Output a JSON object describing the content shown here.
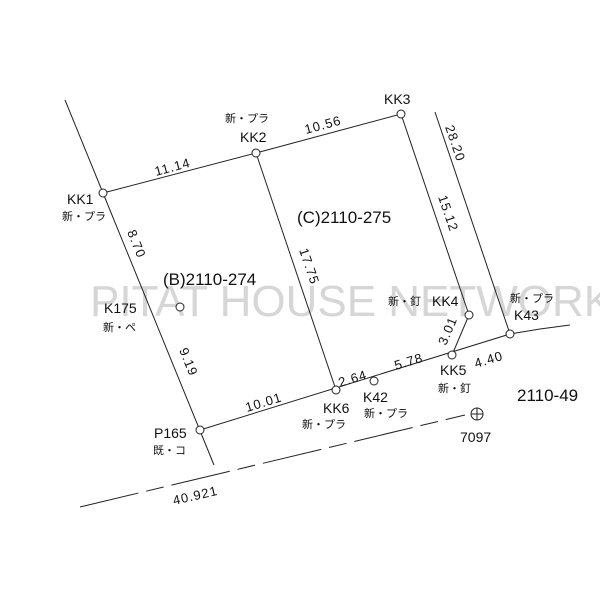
{
  "watermark": "PITAT HOUSE NETWORK",
  "points": {
    "kk1": {
      "name": "KK1",
      "type": "新・プラ"
    },
    "kk2": {
      "name": "KK2",
      "type": "新・プラ"
    },
    "kk3": {
      "name": "KK3"
    },
    "kk4": {
      "name": "KK4",
      "type": "新・釘"
    },
    "kk5": {
      "name": "KK5",
      "type": "新・釘"
    },
    "kk6": {
      "name": "KK6",
      "type": "新・プラ"
    },
    "k42": {
      "name": "K42",
      "type": "新・プラ"
    },
    "k43": {
      "name": "K43",
      "type": "新・プラ"
    },
    "k175": {
      "name": "K175",
      "type": "新・ペ"
    },
    "p165": {
      "name": "P165",
      "type": "既・コ"
    },
    "bm": {
      "name": "7097"
    }
  },
  "lots": {
    "b": "(B)2110-274",
    "c": "(C)2110-275",
    "adjacent": "2110-49"
  },
  "dimensions": {
    "kk1_kk2": "11.14",
    "kk2_kk3": "10.56",
    "kk3_kk4": "15.12",
    "outer_right": "28.20",
    "kk1_k175": "8.70",
    "k175_p165": "9.19",
    "kk2_kk6": "17.75",
    "p165_kk6": "10.01",
    "kk6_k42": "2.64",
    "k42_kk5": "5.78",
    "kk5_k43": "4.40",
    "kk4_kk5": "3.01",
    "road": "40.921"
  }
}
